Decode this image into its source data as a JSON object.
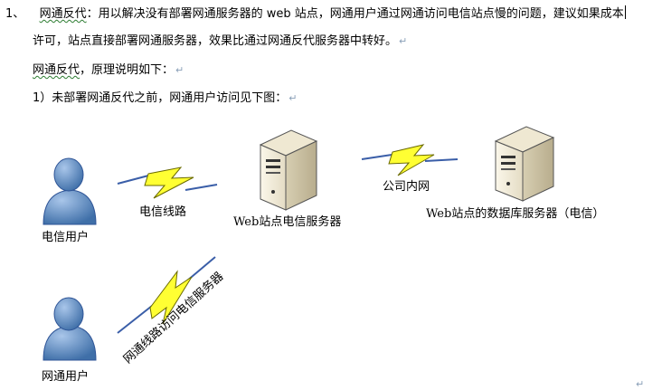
{
  "paragraphs": {
    "p1": {
      "number": "1、",
      "term": "网通反代",
      "body": "：用以解决没有部署网通服务器的 web 站点，网通用户通过网通访问电信站点慢的问题，建议如果成本"
    },
    "p2": {
      "text": "许可，站点直接部署网通服务器，效果比通过网通反代服务器中转好。"
    },
    "p3": {
      "term": "网通反代",
      "text": "，原理说明如下："
    },
    "p4": {
      "text": "1）未部署网通反代之前，网通用户访问见下图："
    },
    "paragraph_mark": "↵"
  },
  "diagram": {
    "telecom_user": "电信用户",
    "netcom_user": "网通用户",
    "telecom_line": "电信线路",
    "web_server": "Web站点电信服务器",
    "intranet": "公司内网",
    "db_server": "Web站点的数据库服务器（电信）",
    "netcom_access": "网通线路访问电信服务器",
    "colors": {
      "user_blue": "#4f81bd",
      "bolt_yellow": "#ffff33",
      "server_beige": "#f2ecd8"
    }
  }
}
